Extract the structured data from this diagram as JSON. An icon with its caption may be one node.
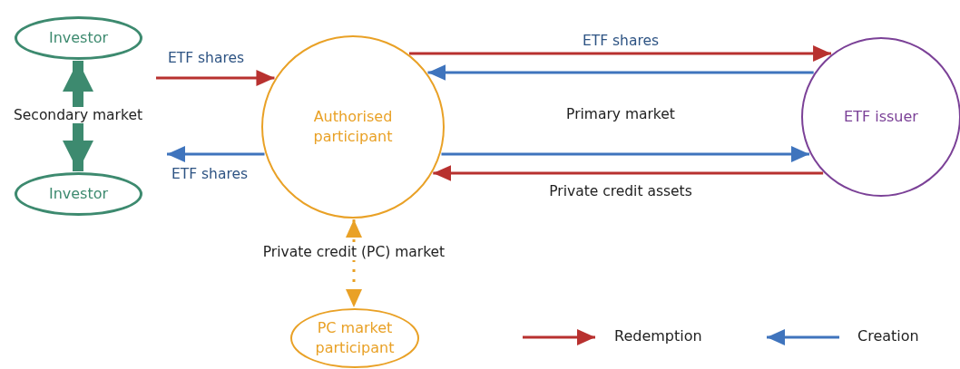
{
  "diagram": {
    "nodes": [
      {
        "text": [
          "Investor"
        ]
      },
      {
        "text": [
          "Investor"
        ]
      },
      {
        "text": [
          "Authorised participant"
        ]
      },
      {
        "text": [
          "ETF issuer"
        ]
      },
      {
        "text": [
          "PC market participant"
        ]
      }
    ],
    "edges": [
      {
        "from": 0,
        "to": 1,
        "arrow": "both",
        "label": "Secondary market",
        "style": "thick",
        "color": "#3d8a6f"
      },
      {
        "from": null,
        "to": 2,
        "arrow": "to",
        "label": "ETF shares",
        "color": "#b8312f"
      },
      {
        "from": 2,
        "to": null,
        "arrow": "to",
        "label": "ETF shares",
        "color": "#3f74bd"
      },
      {
        "from": 2,
        "to": 3,
        "arrow": "to",
        "label": "ETF shares",
        "color": "#b8312f"
      },
      {
        "from": 3,
        "to": 2,
        "arrow": "to",
        "color": "#3f74bd"
      },
      {
        "from": 2,
        "to": 3,
        "arrow": "to",
        "color": "#3f74bd"
      },
      {
        "from": 3,
        "to": 2,
        "arrow": "to",
        "label": "Private credit assets",
        "color": "#b8312f"
      },
      {
        "from": 2,
        "to": 4,
        "arrow": "both",
        "label": "Private credit (PC) market",
        "style": "dashed",
        "color": "#e9a126"
      }
    ],
    "labels": [
      "Primary market"
    ],
    "legend": [
      {
        "text": "Redemption"
      },
      {
        "text": "Creation"
      }
    ]
  }
}
